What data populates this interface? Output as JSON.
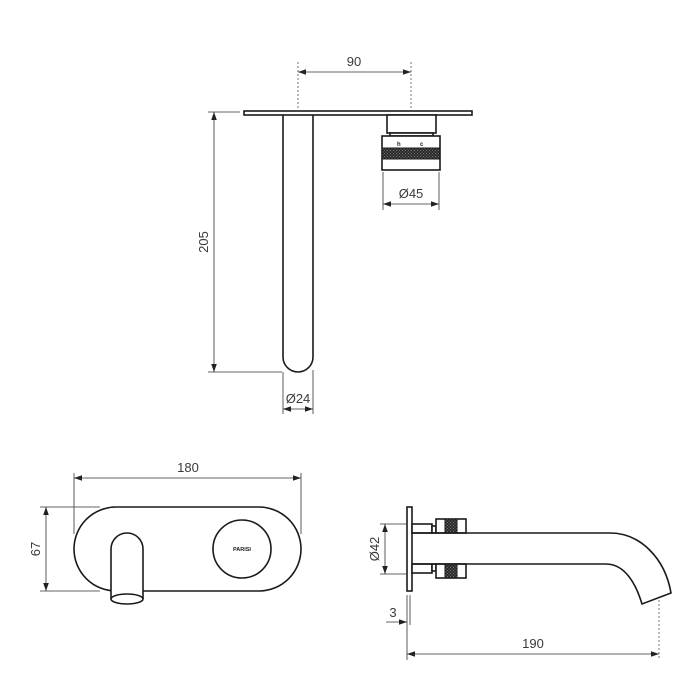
{
  "drawing": {
    "type": "technical-dimension-drawing",
    "subject": "wall-mounted basin mixer with spout",
    "colors": {
      "line": "#1a1a1a",
      "dimension": "#333333",
      "background": "#ffffff"
    }
  },
  "top_view": {
    "dims": {
      "handle_offset": "90",
      "handle_diameter": "Ø45",
      "spout_length": "205",
      "spout_diameter": "Ø24"
    },
    "handle_marks": {
      "hot": "h",
      "cold": "c"
    }
  },
  "front_view": {
    "dims": {
      "plate_width": "180",
      "plate_height": "67"
    },
    "brand_label": "PARISI"
  },
  "side_view": {
    "dims": {
      "body_diameter": "Ø42",
      "plate_thickness": "3",
      "projection": "190"
    }
  }
}
